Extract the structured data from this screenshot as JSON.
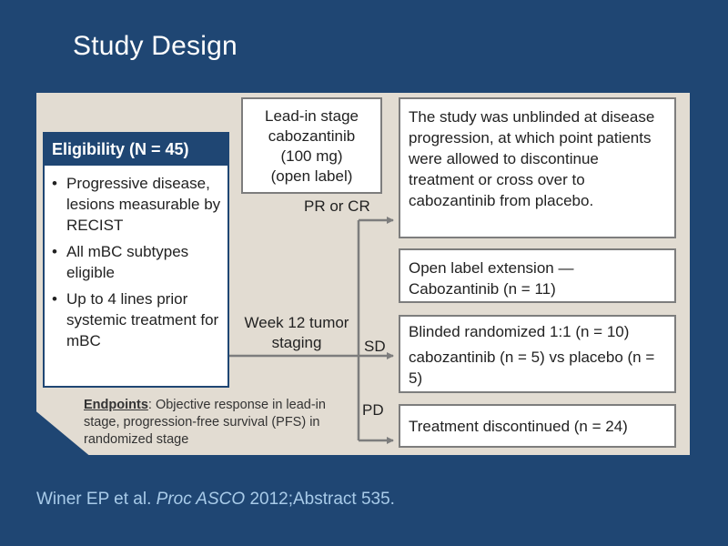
{
  "title": "Study Design",
  "eligibility": {
    "header": "Eligibility (N = 45)",
    "items": [
      "Progressive disease, lesions measurable by RECIST",
      "All mBC subtypes eligible",
      "Up to 4 lines prior systemic treatment for mBC"
    ]
  },
  "leadin": {
    "lines": [
      "Lead-in stage",
      "cabozantinib",
      "(100 mg)",
      "(open label)"
    ]
  },
  "unblinded_note": "The study was unblinded at disease progression, at which point patients were allowed to discontinue treatment or cross over to cabozantinib from placebo.",
  "open_label": "Open label extension — Cabozantinib (n = 11)",
  "blinded": {
    "line1": "Blinded randomized 1:1 (n = 10)",
    "line2": "cabozantinib (n = 5) vs placebo (n = 5)"
  },
  "discontinued": "Treatment discontinued (n = 24)",
  "flow": {
    "week12": "Week 12 tumor staging",
    "pr_cr": "PR or CR",
    "sd": "SD",
    "pd": "PD"
  },
  "endpoints": {
    "label": "Endpoints",
    "text": ": Objective response in lead-in stage, progression-free survival (PFS) in randomized stage"
  },
  "citation": {
    "authors": "Winer EP et al.",
    "journal": "Proc ASCO",
    "rest": "2012;Abstract 535."
  },
  "colors": {
    "background": "#1f4673",
    "panel": "#e2dcd2",
    "header": "#1f4673",
    "citation": "#a8cbe9",
    "arrow": "#7d7d7d"
  }
}
